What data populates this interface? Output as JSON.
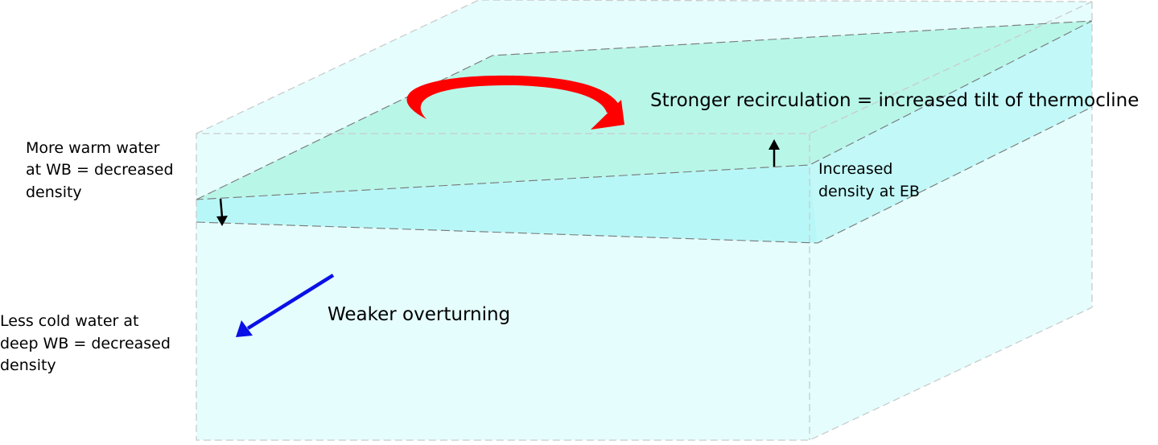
{
  "annotations": {
    "stronger_recirculation": "Stronger recirculation = increased tilt of thermocline",
    "wb_warm": [
      "More warm water",
      "at WB = decreased",
      "density"
    ],
    "eb_density": [
      "Increased",
      "density at EB"
    ],
    "weaker_overturning": "Weaker overturning",
    "wb_deep": [
      "Less cold water at",
      "deep WB = decreased",
      "density"
    ]
  },
  "colors": {
    "box_fill": "#e6fdfd",
    "box_edge": "#c8cccc",
    "upper_layer": "#b2f5e6",
    "thermocline_band": "#b8f7f7",
    "recirculation_arrow": "#ff0000",
    "overturning_arrow": "#0a10e6",
    "density_arrow": "#000000"
  }
}
